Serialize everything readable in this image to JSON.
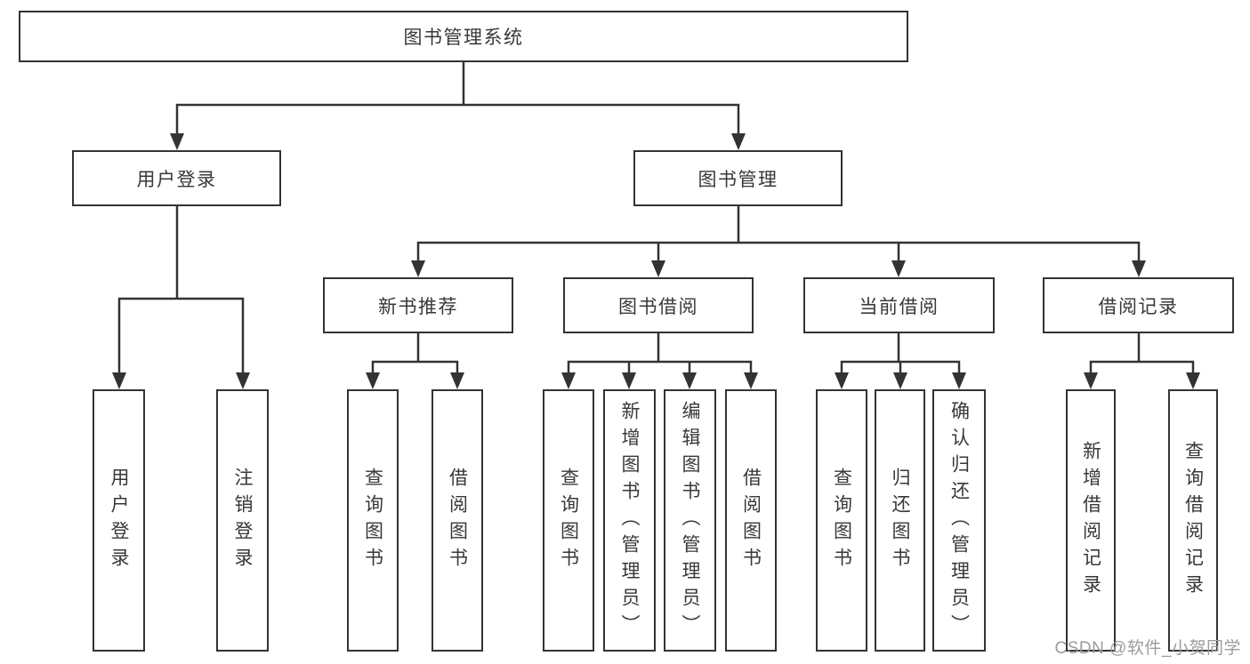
{
  "tree": {
    "label": "图书管理系统",
    "children": [
      {
        "label": "用户登录",
        "children": [
          {
            "label": "用户登录"
          },
          {
            "label": "注销登录"
          }
        ]
      },
      {
        "label": "图书管理",
        "children": [
          {
            "label": "新书推荐",
            "children": [
              {
                "label": "查询图书"
              },
              {
                "label": "借阅图书"
              }
            ]
          },
          {
            "label": "图书借阅",
            "children": [
              {
                "label": "查询图书"
              },
              {
                "label": "新增图书（管理员）"
              },
              {
                "label": "编辑图书（管理员）"
              },
              {
                "label": "借阅图书"
              }
            ]
          },
          {
            "label": "当前借阅",
            "children": [
              {
                "label": "查询图书"
              },
              {
                "label": "归还图书"
              },
              {
                "label": "确认归还（管理员）"
              }
            ]
          },
          {
            "label": "借阅记录",
            "children": [
              {
                "label": "新增借阅记录"
              },
              {
                "label": "查询借阅记录"
              }
            ]
          }
        ]
      }
    ]
  },
  "watermark": "CSDN @软件_小贺同学",
  "colors": {
    "line": "#333333",
    "text": "#383838",
    "watermark": "#9b9b9b",
    "background": "#ffffff"
  }
}
